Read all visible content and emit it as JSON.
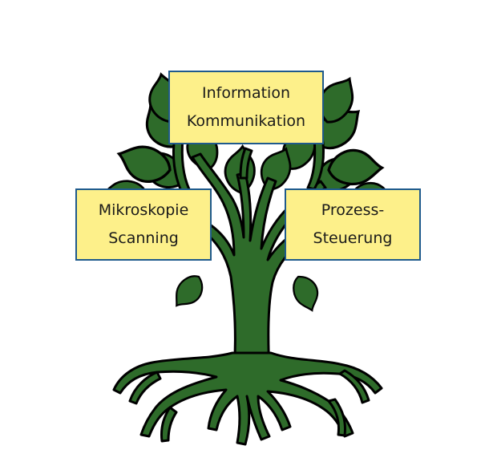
{
  "colors": {
    "leaf": "#2e6b2a",
    "trunk": "#2e6b2a",
    "outline": "#000000",
    "box_fill": "#fdf08a",
    "box_border": "#1f5a8c"
  },
  "boxes": {
    "top": {
      "line1": "Information",
      "line2": "Kommunikation"
    },
    "left": {
      "line1": "Mikroskopie",
      "line2": "Scanning"
    },
    "right": {
      "line1": "Prozess-",
      "line2": "Steuerung"
    }
  }
}
